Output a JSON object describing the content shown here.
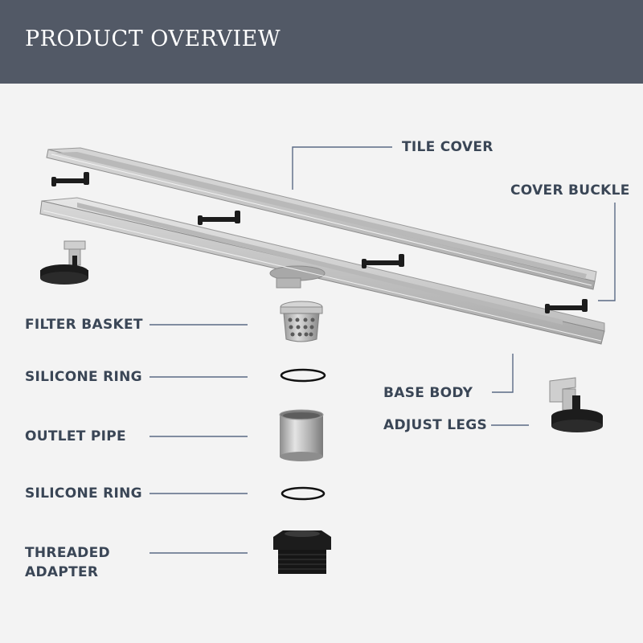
{
  "header": {
    "title": "PRODUCT OVERVIEW"
  },
  "labels": {
    "tile_cover": "TILE COVER",
    "cover_buckle": "COVER BUCKLE",
    "filter_basket": "FILTER BASKET",
    "silicone_ring_1": "SILICONE RING",
    "base_body": "BASE BODY",
    "outlet_pipe": "OUTLET PIPE",
    "adjust_legs": "ADJUST LEGS",
    "silicone_ring_2": "SILICONE RING",
    "threaded_adapter_line1": "THREADED",
    "threaded_adapter_line2": "ADAPTER"
  },
  "colors": {
    "header_bg": "#525966",
    "label_text": "#3a4656",
    "leader_line": "#5a6a85",
    "steel": "#c9c9c9",
    "black_part": "#1c1c1c"
  }
}
